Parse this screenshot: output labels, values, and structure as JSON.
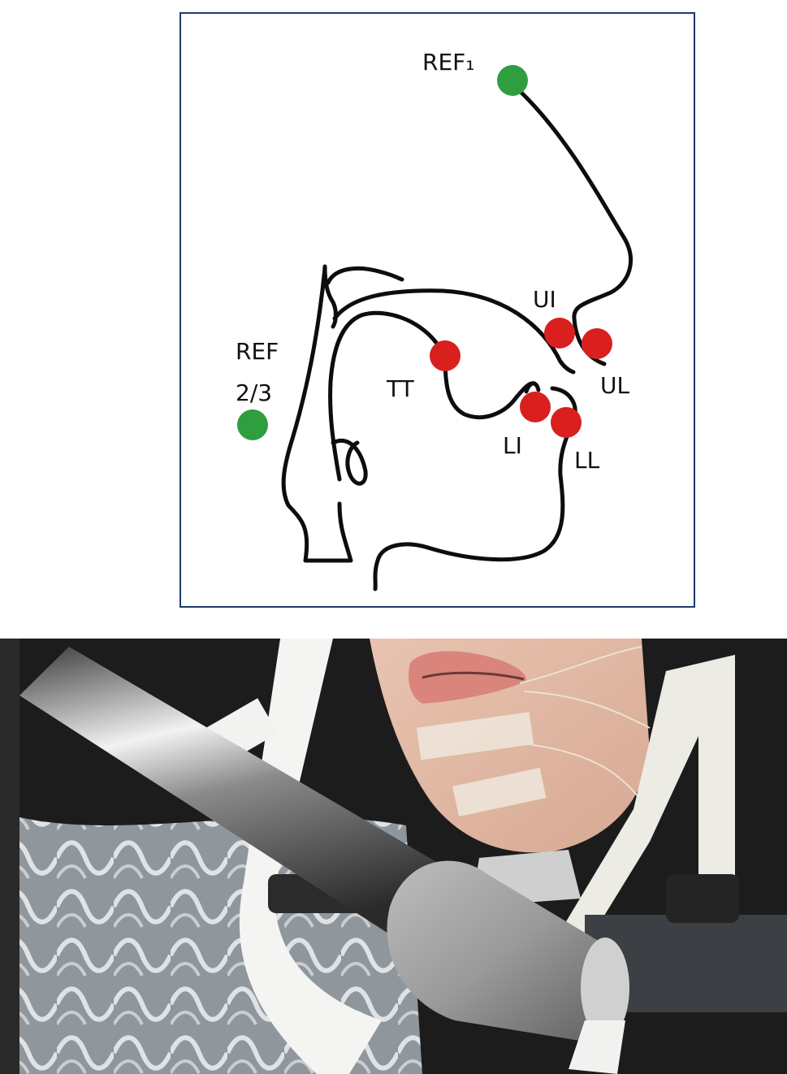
{
  "diagram": {
    "labels": {
      "ref1": "REF₁",
      "ref23_line1": "REF",
      "ref23_line2": "2/3",
      "ui": "UI",
      "ul": "UL",
      "tt": "TT",
      "li": "LI",
      "ll": "LL"
    },
    "colors": {
      "frame": "#1f3a6b",
      "outline": "#0d0d0d",
      "reference_marker": "#2e9e3e",
      "articulator_marker": "#d9201f"
    }
  }
}
